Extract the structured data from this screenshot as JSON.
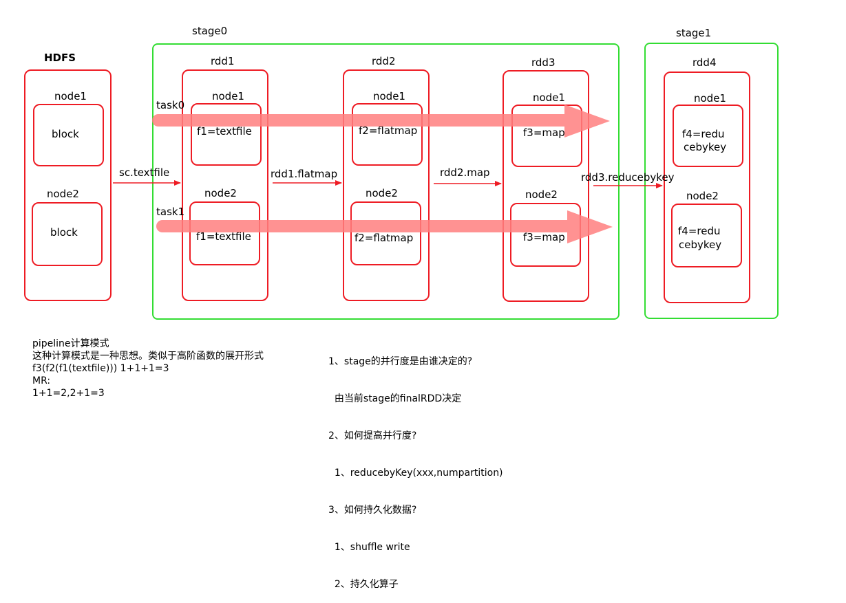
{
  "stages": {
    "stage0": "stage0",
    "stage1": "stage1"
  },
  "hdfs": {
    "title": "HDFS",
    "nodes": [
      {
        "name": "node1",
        "content": "block"
      },
      {
        "name": "node2",
        "content": "block"
      }
    ]
  },
  "rdds": [
    {
      "title": "rdd1",
      "nodes": [
        {
          "name": "node1",
          "content": "f1=textfile"
        },
        {
          "name": "node2",
          "content": "f1=textfile"
        }
      ]
    },
    {
      "title": "rdd2",
      "nodes": [
        {
          "name": "node1",
          "content": "f2=flatmap"
        },
        {
          "name": "node2",
          "content": "f2=flatmap"
        }
      ]
    },
    {
      "title": "rdd3",
      "nodes": [
        {
          "name": "node1",
          "content": "f3=map"
        },
        {
          "name": "node2",
          "content": "f3=map"
        }
      ]
    },
    {
      "title": "rdd4",
      "nodes": [
        {
          "name": "node1",
          "content_lines": [
            "f4=redu",
            "cebykey"
          ]
        },
        {
          "name": "node2",
          "content_lines": [
            "f4=redu",
            "cebykey"
          ]
        }
      ]
    }
  ],
  "edges": {
    "hdfs_to_rdd1": "sc.textfile",
    "rdd1_to_rdd2": "rdd1.flatmap",
    "rdd2_to_rdd3": "rdd2.map",
    "rdd3_to_rdd4": "rdd3.reducebykey"
  },
  "tasks": {
    "task0": "task0",
    "task1": "task1"
  },
  "notes_left": [
    "pipeline计算模式",
    "这种计算模式是一种思想。类似于高阶函数的展开形式",
    "f3(f2(f1(textfile))) 1+1+1=3",
    "MR:",
    "1+1=2,2+1=3"
  ],
  "notes_right": [
    "1、stage的并行度是由谁决定的?",
    "  由当前stage的finalRDD决定",
    "2、如何提高并行度?",
    "  1、reducebyKey(xxx,numpartition)",
    "3、如何持久化数据?",
    "  1、shuffle write",
    "  2、持久化算子"
  ],
  "colors": {
    "box": "#ee1c24",
    "stage": "#33dd33",
    "task_arrow": "#ff8080",
    "edge": "#ee1c24"
  }
}
